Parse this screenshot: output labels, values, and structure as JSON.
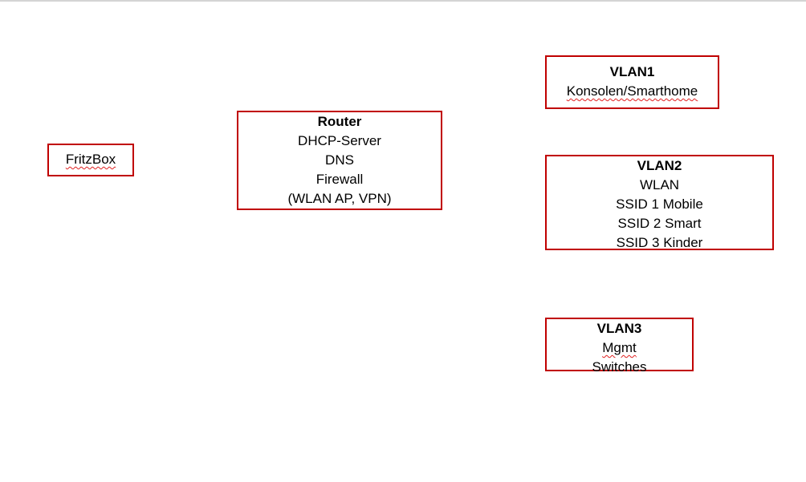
{
  "diagram": {
    "nodes": [
      {
        "id": "fritzbox",
        "title": "",
        "lines": [
          "FritzBox"
        ]
      },
      {
        "id": "router",
        "title": "Router",
        "lines": [
          "DHCP-Server",
          "DNS",
          "Firewall",
          "(WLAN AP, VPN)"
        ]
      },
      {
        "id": "vlan1",
        "title": "VLAN1",
        "lines": [
          "Konsolen/Smarthome"
        ]
      },
      {
        "id": "vlan2",
        "title": "VLAN2",
        "lines": [
          "WLAN",
          "SSID 1 Mobile",
          "SSID 2 Smart",
          "SSID 3 Kinder"
        ]
      },
      {
        "id": "vlan3",
        "title": "VLAN3",
        "lines": [
          "Mgmt",
          "Switches"
        ]
      }
    ],
    "colors": {
      "box_border": "#c00000",
      "spellcheck_underline": "#e02020",
      "background": "#ffffff"
    }
  }
}
